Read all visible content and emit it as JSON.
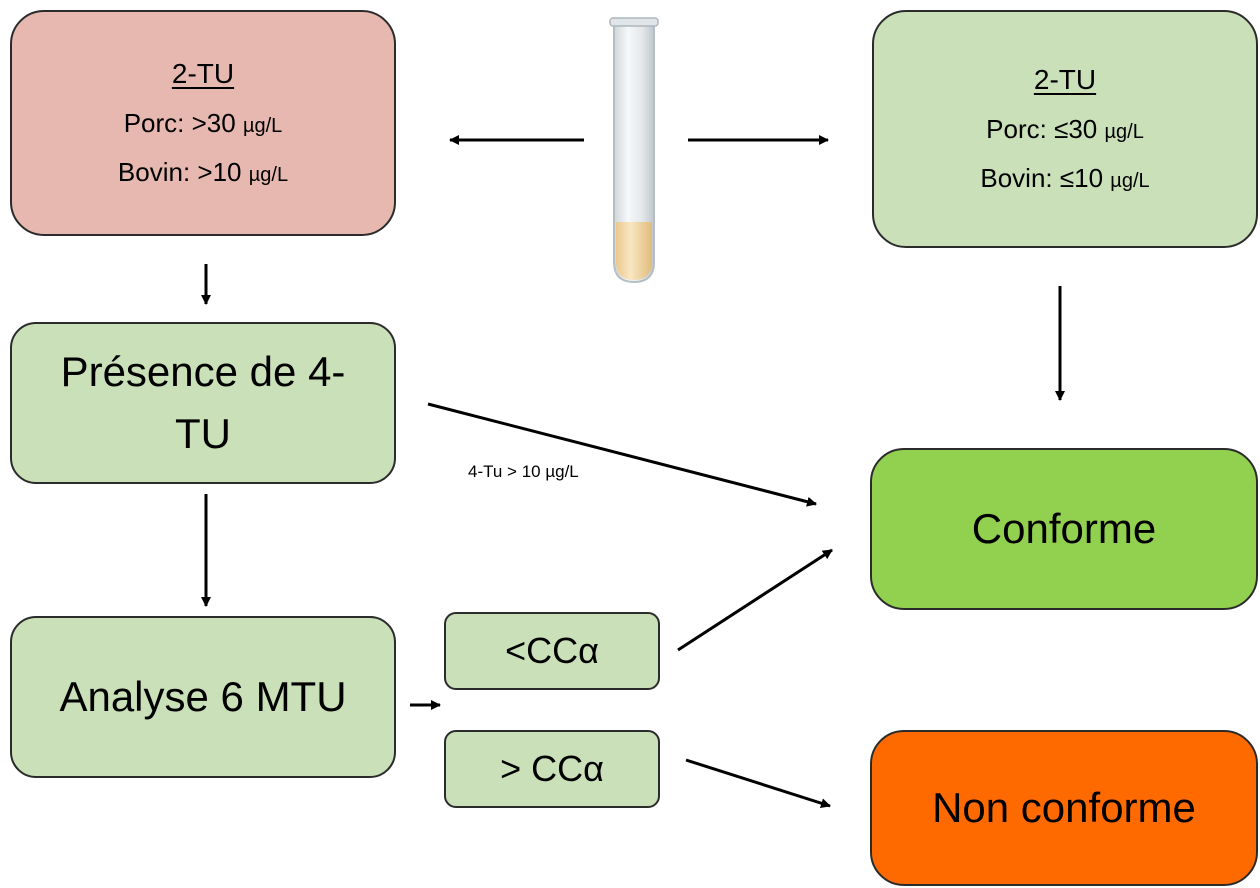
{
  "left_top": {
    "title": "2-TU",
    "porc_label": "Porc:",
    "porc_value": ">30",
    "bovin_label": "Bovin:",
    "bovin_value": ">10",
    "unit": "µg/L",
    "color": "#e6b8b0"
  },
  "right_top": {
    "title": "2-TU",
    "porc_label": "Porc:",
    "porc_value": "≤30",
    "bovin_label": "Bovin:",
    "bovin_value": "≤10",
    "unit": "µg/L",
    "color": "#c9e0b8"
  },
  "presence": {
    "line1": "Présence de 4-",
    "line2": "TU"
  },
  "analyse": {
    "label": "Analyse 6 MTU"
  },
  "lt_cca": {
    "label": "<CCα"
  },
  "gt_cca": {
    "label": "> CCα"
  },
  "conforme": {
    "label": "Conforme",
    "color": "#92d050"
  },
  "non_conforme": {
    "label": "Non conforme",
    "color": "#ff6a00"
  },
  "annotation": "4-Tu > 10 µg/L"
}
